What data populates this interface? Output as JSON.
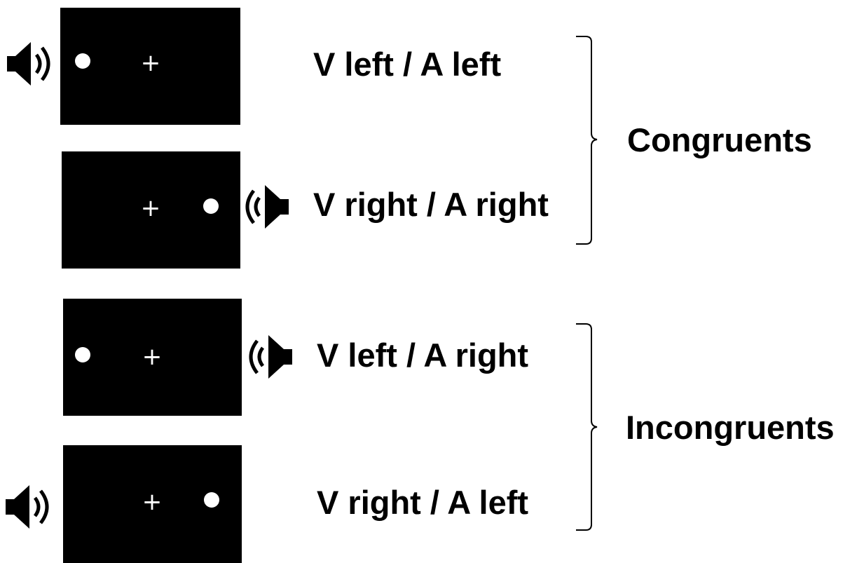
{
  "trials": [
    {
      "label": "V left / A left",
      "visual_side": "left",
      "audio_side": "left",
      "group": "congruent"
    },
    {
      "label": "V right / A right",
      "visual_side": "right",
      "audio_side": "right",
      "group": "congruent"
    },
    {
      "label": "V left / A right",
      "visual_side": "left",
      "audio_side": "right",
      "group": "incongruent"
    },
    {
      "label": "V right / A left",
      "visual_side": "right",
      "audio_side": "left",
      "group": "incongruent"
    }
  ],
  "fixation_symbol": "+",
  "groups": {
    "congruent": {
      "label": "Congruents"
    },
    "incongruent": {
      "label": "Incongruents"
    }
  },
  "icons": {
    "audio": "speaker-icon",
    "visual": "dot-stimulus"
  },
  "colors": {
    "panel": "#000000",
    "stimulus": "#ffffff",
    "text": "#000000"
  }
}
